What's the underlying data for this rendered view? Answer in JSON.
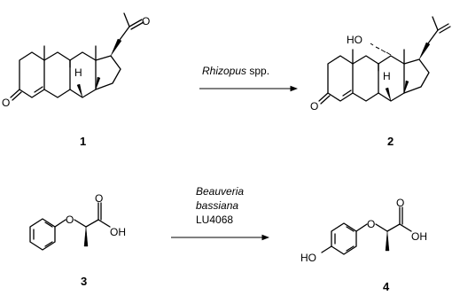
{
  "reactions": [
    {
      "reactant_number": "1",
      "product_number": "2",
      "conditions": [
        {
          "text": "Rhizopus",
          "italic": true
        },
        {
          "text": " spp.",
          "italic": false
        }
      ]
    },
    {
      "reactant_number": "3",
      "product_number": "4",
      "conditions_lines": [
        {
          "text": "Beauveria",
          "italic": true
        },
        {
          "text": "bassiana",
          "italic": true
        },
        {
          "text": "LU4068",
          "italic": false
        }
      ]
    }
  ],
  "atom_labels": {
    "oxygen": "O",
    "hydrogen": "H",
    "hydroxyl_left": "HO",
    "hydroxyl_right": "OH"
  }
}
